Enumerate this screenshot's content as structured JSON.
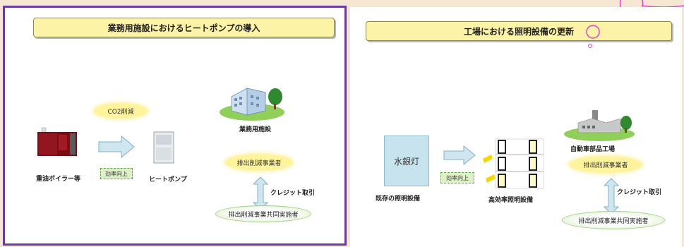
{
  "left": {
    "title": "業務用施設におけるヒートポンプの導入",
    "co2_label": "CO2削減",
    "efficiency_label": "効率向上",
    "boiler_label": "重油ボイラー等",
    "heatpump_label": "ヒートポンプ",
    "facility_label": "業務用施設",
    "emitter_label": "排出削減事業者",
    "credit_label": "クレジット取引",
    "partner_label": "排出削減事業共同実施者"
  },
  "right": {
    "title": "工場における照明設備の更新",
    "mercury_label": "水銀灯",
    "existing_label": "既存の照明設備",
    "efficiency_label": "効率向上",
    "new_light_label": "高効率照明設備",
    "factory_label": "自動車部品工場",
    "emitter_label": "排出削減事業者",
    "credit_label": "クレジット取引",
    "partner_label": "排出削減事業共同実施者"
  },
  "colors": {
    "frame": "#6b3aa3",
    "banner": "#fcf3a6",
    "annotation": "#e83fd3",
    "arrow": "#cfe6ef"
  }
}
